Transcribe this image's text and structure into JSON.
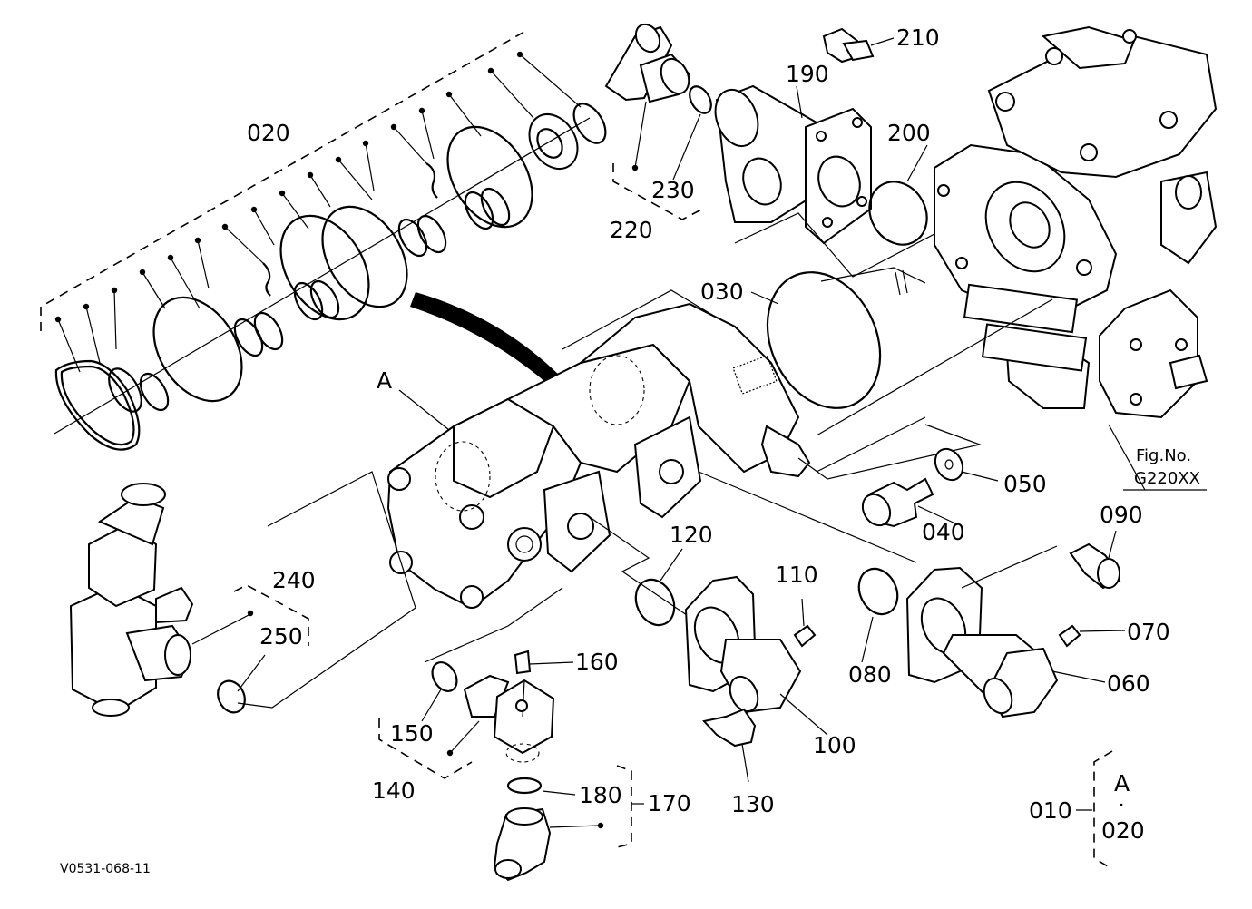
{
  "figure": {
    "code": "V0531-068-11",
    "fig_no_label": "Fig.No.",
    "fig_no_value": "G220XX"
  },
  "callouts": {
    "p010": "010",
    "p020": "020",
    "p030": "030",
    "p040": "040",
    "p050": "050",
    "p060": "060",
    "p070": "070",
    "p080": "080",
    "p090": "090",
    "p100": "100",
    "p110": "110",
    "p120": "120",
    "p130": "130",
    "p140": "140",
    "p150": "150",
    "p160": "160",
    "p170": "170",
    "p180": "180",
    "p190": "190",
    "p200": "200",
    "p210": "210",
    "p220": "220",
    "p230": "230",
    "p240": "240",
    "p250": "250",
    "ref_a": "A"
  },
  "legend": {
    "assembly": "010",
    "item_a": "A",
    "separator": "·",
    "item_b": "020"
  }
}
